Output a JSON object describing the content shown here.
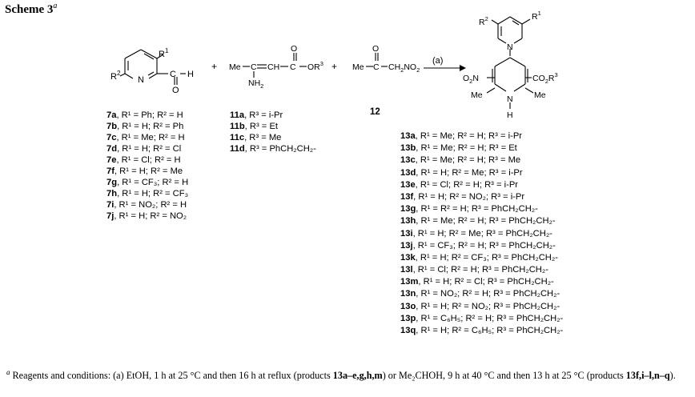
{
  "title": {
    "label": "Scheme 3",
    "marker": "a"
  },
  "reagent_arrow": "(a)",
  "structures": {
    "aldehyde": {
      "r1": "R",
      "r1_sup": "1",
      "r2": "R",
      "r2_sup": "2",
      "n": "N",
      "c": "C",
      "h": "H",
      "o": "O"
    },
    "ketoester": {
      "me": "Me",
      "c1": "C",
      "eq": "=",
      "ch": "CH",
      "c2": "C",
      "or": "OR",
      "or_sup": "3",
      "o": "O",
      "nh2": "NH",
      "nh2_sub": "2"
    },
    "nitroacetone": {
      "me": "Me",
      "c": "C",
      "ch2": "CH",
      "ch2_sub": "2",
      "no2": "NO",
      "no2_sub": "2",
      "o": "O"
    },
    "product": {
      "r1": "R",
      "r1_sup": "1",
      "r2": "R",
      "r2_sup": "2",
      "n_py": "N",
      "o2n": "O",
      "o2n_sub": "2",
      "o2n_end": "N",
      "co2r3": "CO",
      "co2r3_sub": "2",
      "co2r3_r": "R",
      "co2r3_sup": "3",
      "me_left": "Me",
      "me_right": "Me",
      "n_dhp": "N",
      "h": "H"
    },
    "plus": "+"
  },
  "compound_12": "12",
  "series_7": [
    {
      "label": "7a",
      "text": ", R¹ = Ph; R² = H"
    },
    {
      "label": "7b",
      "text": ", R¹ = H; R² = Ph"
    },
    {
      "label": "7c",
      "text": ", R¹ = Me; R² = H"
    },
    {
      "label": "7d",
      "text": ", R¹ = H; R² = Cl"
    },
    {
      "label": "7e",
      "text": ", R¹ = Cl; R² = H"
    },
    {
      "label": "7f",
      "text": ", R¹ = H; R² = Me"
    },
    {
      "label": "7g",
      "text": ", R¹ = CF₃; R² = H"
    },
    {
      "label": "7h",
      "text": ", R¹ = H; R² = CF₃"
    },
    {
      "label": "7i",
      "text": ", R¹ = NO₂; R² = H"
    },
    {
      "label": "7j",
      "text": ", R¹ = H; R² = NO₂"
    }
  ],
  "series_11": [
    {
      "label": "11a",
      "text": ", R³ = i-Pr"
    },
    {
      "label": "11b",
      "text": ", R³ = Et"
    },
    {
      "label": "11c",
      "text": ", R³ = Me"
    },
    {
      "label": "11d",
      "text": ", R³ = PhCH₂CH₂-"
    }
  ],
  "series_13": [
    {
      "label": "13a",
      "text": ", R¹ = Me; R² = H; R³ = i-Pr"
    },
    {
      "label": "13b",
      "text": ", R¹ = Me; R² = H; R³ = Et"
    },
    {
      "label": "13c",
      "text": ", R¹ = Me; R² = H; R³ = Me"
    },
    {
      "label": "13d",
      "text": ", R¹ = H; R² = Me; R³ = i-Pr"
    },
    {
      "label": "13e",
      "text": ", R¹ = Cl; R² = H; R³ = i-Pr"
    },
    {
      "label": "13f",
      "text": ", R¹ = H; R² = NO₂; R³ = i-Pr"
    },
    {
      "label": "13g",
      "text": ", R¹ = R² = H; R³ = PhCH₂CH₂-"
    },
    {
      "label": "13h",
      "text": ", R¹ = Me; R² = H; R³ = PhCH₂CH₂-"
    },
    {
      "label": "13i",
      "text": ", R¹ = H; R² = Me; R³ = PhCH₂CH₂-"
    },
    {
      "label": "13j",
      "text": ", R¹ = CF₃; R² = H; R³ = PhCH₂CH₂-"
    },
    {
      "label": "13k",
      "text": ", R¹ = H; R² = CF₃; R³ = PhCH₂CH₂-"
    },
    {
      "label": "13l",
      "text": ", R¹ = Cl; R² = H; R³ = PhCH₂CH₂-"
    },
    {
      "label": "13m",
      "text": ", R¹ = H; R² = Cl; R³ = PhCH₂CH₂-"
    },
    {
      "label": "13n",
      "text": ", R¹ = NO₂; R² = H; R³ = PhCH₂CH₂-"
    },
    {
      "label": "13o",
      "text": ", R¹ = H; R² = NO₂; R³ = PhCH₂CH₂-"
    },
    {
      "label": "13p",
      "text": ", R¹ = C₆H₅; R² = H; R³ = PhCH₂CH₂-"
    },
    {
      "label": "13q",
      "text": ", R¹ = H; R² = C₆H₅; R³ = PhCH₂CH₂-"
    }
  ],
  "footnote": {
    "marker": "a",
    "t1": " Reagents and conditions: (a) EtOH, 1 h at 25 °C and then 16 h at reflux (products ",
    "b1": "13a–e,g,h,m",
    "t2": ") or Me₂CHOH, 9 h at 40 °C and then 13 h at 25 °C (products ",
    "b2": "13f,i–l,n–q",
    "t3": ")."
  }
}
